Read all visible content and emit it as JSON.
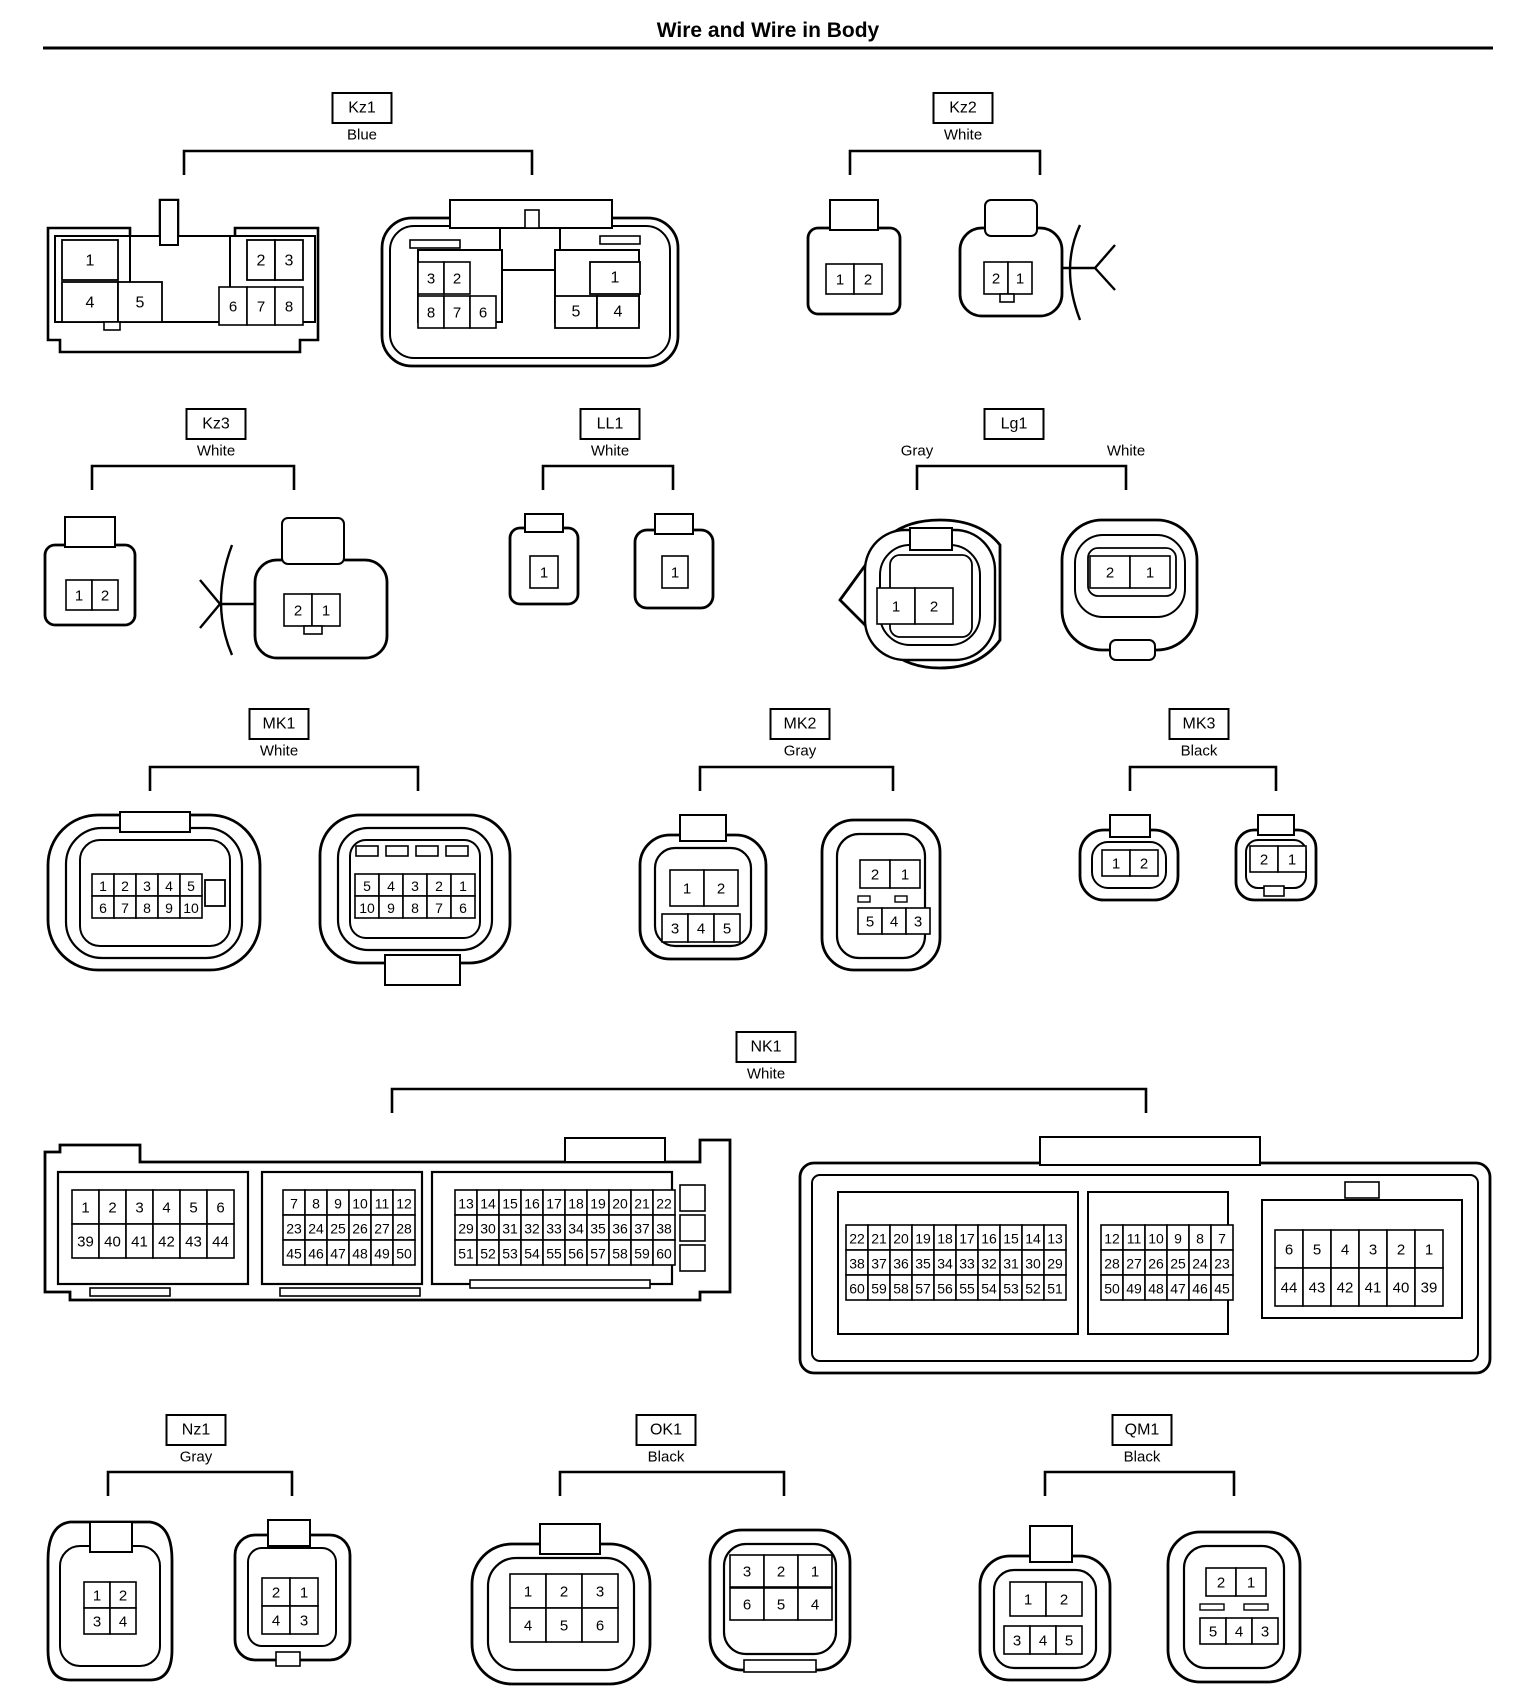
{
  "title": "Wire and Wire in Body",
  "connectors": [
    {
      "id": "kz1",
      "name": "Kz1",
      "color": "Blue",
      "left_color": "",
      "right_color": ""
    },
    {
      "id": "kz2",
      "name": "Kz2",
      "color": "White",
      "left_color": "",
      "right_color": ""
    },
    {
      "id": "kz3",
      "name": "Kz3",
      "color": "White",
      "left_color": "",
      "right_color": ""
    },
    {
      "id": "ll1",
      "name": "LL1",
      "color": "White",
      "left_color": "",
      "right_color": ""
    },
    {
      "id": "lg1",
      "name": "Lg1",
      "color": "",
      "left_color": "Gray",
      "right_color": "White"
    },
    {
      "id": "mk1",
      "name": "MK1",
      "color": "White",
      "left_color": "",
      "right_color": ""
    },
    {
      "id": "mk2",
      "name": "MK2",
      "color": "Gray",
      "left_color": "",
      "right_color": ""
    },
    {
      "id": "mk3",
      "name": "MK3",
      "color": "Black",
      "left_color": "",
      "right_color": ""
    },
    {
      "id": "nk1",
      "name": "NK1",
      "color": "White",
      "left_color": "",
      "right_color": ""
    },
    {
      "id": "nz1",
      "name": "Nz1",
      "color": "Gray",
      "left_color": "",
      "right_color": ""
    },
    {
      "id": "ok1",
      "name": "OK1",
      "color": "Black",
      "left_color": "",
      "right_color": ""
    },
    {
      "id": "qm1",
      "name": "QM1",
      "color": "Black",
      "left_color": "",
      "right_color": ""
    }
  ],
  "pins": {
    "kz1_a": [
      "1",
      "4",
      "5",
      "2",
      "3",
      "6",
      "7",
      "8"
    ],
    "kz1_b": [
      "3",
      "2",
      "8",
      "7",
      "6",
      "1",
      "5",
      "4"
    ],
    "kz2_a": [
      "1",
      "2"
    ],
    "kz2_b": [
      "2",
      "1"
    ],
    "kz3_a": [
      "1",
      "2"
    ],
    "kz3_b": [
      "2",
      "1"
    ],
    "ll1_a": [
      "1"
    ],
    "ll1_b": [
      "1"
    ],
    "lg1_a": [
      "1",
      "2"
    ],
    "lg1_b": [
      "2",
      "1"
    ],
    "mk1_a": [
      "1",
      "2",
      "3",
      "4",
      "5",
      "6",
      "7",
      "8",
      "9",
      "10"
    ],
    "mk1_b": [
      "5",
      "4",
      "3",
      "2",
      "1",
      "10",
      "9",
      "8",
      "7",
      "6"
    ],
    "mk2_a": [
      "1",
      "2",
      "3",
      "4",
      "5"
    ],
    "mk2_b": [
      "2",
      "1",
      "5",
      "4",
      "3"
    ],
    "mk3_a": [
      "1",
      "2"
    ],
    "mk3_b": [
      "2",
      "1"
    ],
    "nk1_a1": [
      "1",
      "2",
      "3",
      "4",
      "5",
      "6",
      "39",
      "40",
      "41",
      "42",
      "43",
      "44"
    ],
    "nk1_a2": [
      "7",
      "8",
      "9",
      "10",
      "11",
      "12",
      "23",
      "24",
      "25",
      "26",
      "27",
      "28",
      "45",
      "46",
      "47",
      "48",
      "49",
      "50"
    ],
    "nk1_a3": [
      "13",
      "14",
      "15",
      "16",
      "17",
      "18",
      "19",
      "20",
      "21",
      "22",
      "29",
      "30",
      "31",
      "32",
      "33",
      "34",
      "35",
      "36",
      "37",
      "38",
      "51",
      "52",
      "53",
      "54",
      "55",
      "56",
      "57",
      "58",
      "59",
      "60"
    ],
    "nk1_b1": [
      "22",
      "21",
      "20",
      "19",
      "18",
      "17",
      "16",
      "15",
      "14",
      "13",
      "38",
      "37",
      "36",
      "35",
      "34",
      "33",
      "32",
      "31",
      "30",
      "29",
      "60",
      "59",
      "58",
      "57",
      "56",
      "55",
      "54",
      "53",
      "52",
      "51"
    ],
    "nk1_b2": [
      "12",
      "11",
      "10",
      "9",
      "8",
      "7",
      "28",
      "27",
      "26",
      "25",
      "24",
      "23",
      "50",
      "49",
      "48",
      "47",
      "46",
      "45"
    ],
    "nk1_b3": [
      "6",
      "5",
      "4",
      "3",
      "2",
      "1",
      "44",
      "43",
      "42",
      "41",
      "40",
      "39"
    ],
    "nz1_a": [
      "1",
      "2",
      "3",
      "4"
    ],
    "nz1_b": [
      "2",
      "1",
      "4",
      "3"
    ],
    "ok1_a": [
      "1",
      "2",
      "3",
      "4",
      "5",
      "6"
    ],
    "ok1_b": [
      "3",
      "2",
      "1",
      "6",
      "5",
      "4"
    ],
    "qm1_a": [
      "1",
      "2",
      "3",
      "4",
      "5"
    ],
    "qm1_b": [
      "2",
      "1",
      "5",
      "4",
      "3"
    ]
  }
}
